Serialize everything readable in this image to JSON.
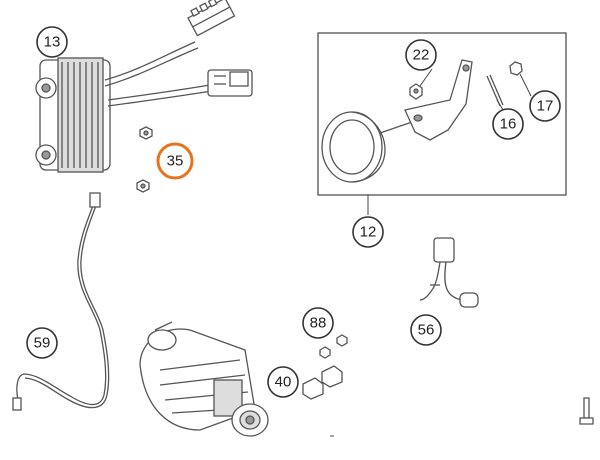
{
  "diagram": {
    "callouts": [
      {
        "id": "13",
        "label": "13"
      },
      {
        "id": "35",
        "label": "35",
        "highlighted": true
      },
      {
        "id": "22",
        "label": "22"
      },
      {
        "id": "17",
        "label": "17"
      },
      {
        "id": "16",
        "label": "16"
      },
      {
        "id": "12",
        "label": "12"
      },
      {
        "id": "59",
        "label": "59"
      },
      {
        "id": "56",
        "label": "56"
      },
      {
        "id": "88",
        "label": "88"
      },
      {
        "id": "40",
        "label": "40"
      }
    ],
    "parts": [
      {
        "name": "voltage-regulator",
        "callout": "13"
      },
      {
        "name": "regulator-screws",
        "callout": "35"
      },
      {
        "name": "horn-assembly",
        "callout": "12"
      },
      {
        "name": "horn-bracket-screw",
        "callout": "22"
      },
      {
        "name": "washer",
        "callout": "17"
      },
      {
        "name": "pin",
        "callout": "16"
      },
      {
        "name": "starter-cable",
        "callout": "59"
      },
      {
        "name": "spark-plug-connector",
        "callout": "56"
      },
      {
        "name": "small-screws",
        "callout": "88"
      },
      {
        "name": "rubber-blocks",
        "callout": "40"
      },
      {
        "name": "starter-motor",
        "callout": ""
      }
    ],
    "colors": {
      "highlight": "#e8731f",
      "line": "#333333"
    }
  }
}
